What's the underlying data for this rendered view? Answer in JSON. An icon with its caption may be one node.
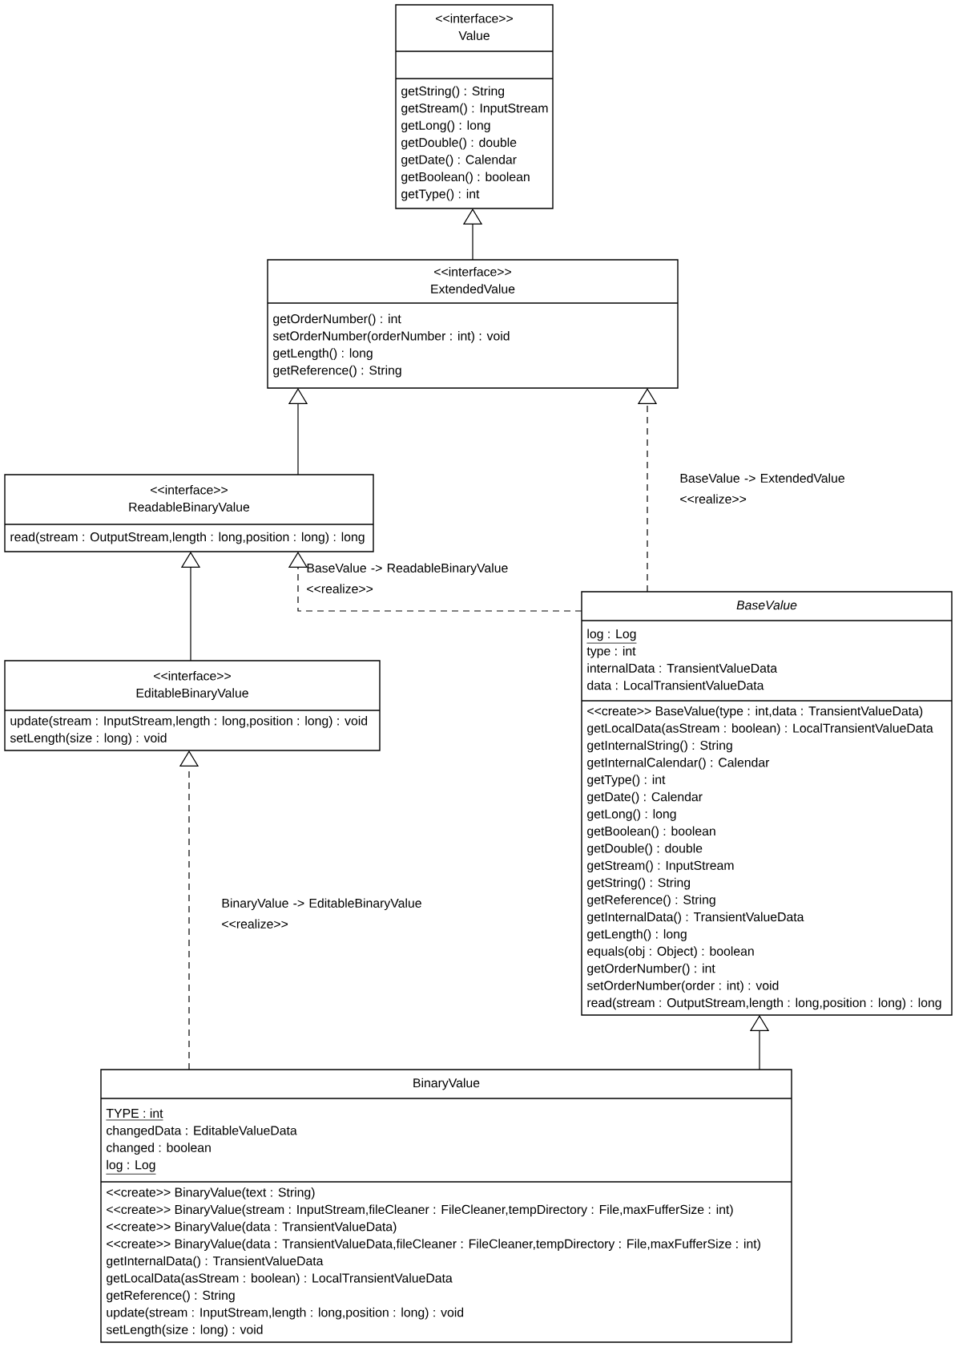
{
  "diagram": {
    "nodes": [
      {
        "text": [
          "<<interface>>",
          "Value",
          "getString() : String",
          "getStream() : InputStream",
          "getLong() : long",
          "getDouble() : double",
          "getDate() : Calendar",
          "getBoolean() : boolean",
          "getType() : int"
        ]
      },
      {
        "text": [
          "<<interface>>",
          "ExtendedValue",
          "getOrderNumber() : int",
          "setOrderNumber(orderNumber : int) : void",
          "getLength() : long",
          "getReference() : String"
        ]
      },
      {
        "text": [
          "<<interface>>",
          "ReadableBinaryValue",
          "read(stream : OutputStream,length : long,position : long) : long"
        ]
      },
      {
        "text": [
          "BaseValue",
          "log : Log",
          "type : int",
          "internalData : TransientValueData",
          "data : LocalTransientValueData",
          "<<create>> BaseValue(type : int,data : TransientValueData)",
          "getLocalData(asStream : boolean) : LocalTransientValueData",
          "getInternalString() : String",
          "getInternalCalendar() : Calendar",
          "getType() : int",
          "getDate() : Calendar",
          "getLong() : long",
          "getBoolean() : boolean",
          "getDouble() : double",
          "getStream() : InputStream",
          "getString() : String",
          "getReference() : String",
          "getInternalData() : TransientValueData",
          "getLength() : long",
          "equals(obj : Object) : boolean",
          "getOrderNumber() : int",
          "setOrderNumber(order : int) : void",
          "read(stream : OutputStream,length : long,position : long) : long"
        ]
      },
      {
        "text": [
          "<<interface>>",
          "EditableBinaryValue",
          "update(stream : InputStream,length : long,position : long) : void",
          "setLength(size : long) : void"
        ]
      },
      {
        "text": [
          "BinaryValue",
          "TYPE : int",
          "changedData : EditableValueData",
          "changed : boolean",
          "log : Log",
          "<<create>> BinaryValue(text : String)",
          "<<create>> BinaryValue(stream : InputStream,fileCleaner : FileCleaner,tempDirectory : File,maxFufferSize : int)",
          "<<create>> BinaryValue(data : TransientValueData)",
          "<<create>> BinaryValue(data : TransientValueData,fileCleaner : FileCleaner,tempDirectory : File,maxFufferSize : int)",
          "getInternalData() : TransientValueData",
          "getLocalData(asStream : boolean) : LocalTransientValueData",
          "getReference() : String",
          "update(stream : InputStream,length : long,position : long) : void",
          "setLength(size : long) : void"
        ]
      }
    ],
    "edges": [
      {
        "from": 1,
        "to": 0,
        "arrow": "to"
      },
      {
        "from": 2,
        "to": 1,
        "arrow": "to"
      },
      {
        "from": 4,
        "to": 2,
        "arrow": "to"
      },
      {
        "from": 3,
        "to": 1,
        "arrow": "to",
        "style": "dashed",
        "label": "BaseValue -> ExtendedValue <<realize>>"
      },
      {
        "from": 3,
        "to": 2,
        "arrow": "to",
        "style": "dashed",
        "label": "BaseValue -> ReadableBinaryValue <<realize>>"
      },
      {
        "from": 5,
        "to": 4,
        "arrow": "to",
        "style": "dashed",
        "label": "BinaryValue -> EditableBinaryValue <<realize>>"
      },
      {
        "from": 5,
        "to": 3,
        "arrow": "to"
      }
    ]
  }
}
